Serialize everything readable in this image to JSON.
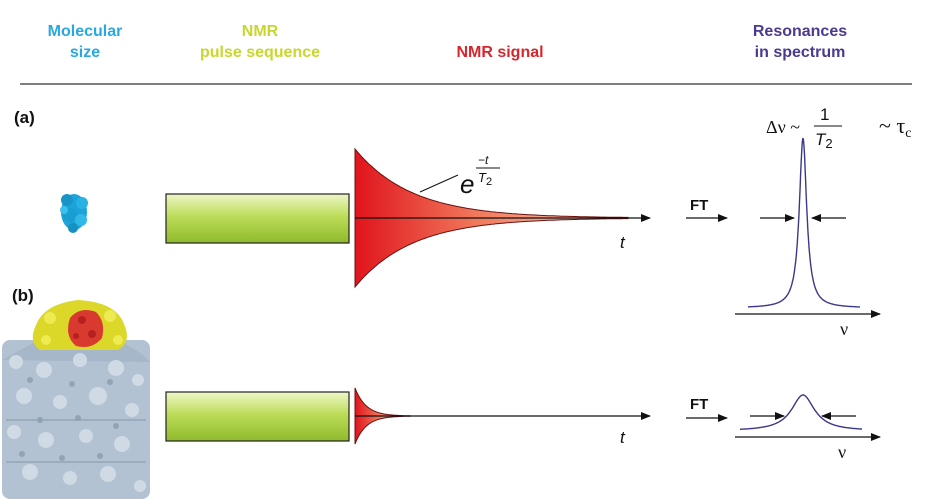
{
  "header": {
    "col1": "Molecular\nsize",
    "col2": "NMR\npulse sequence",
    "col3": "NMR signal",
    "col4": "Resonances\nin spectrum"
  },
  "colors": {
    "col1": "#29a8e0",
    "col2": "#c8d62e",
    "col3": "#d8262c",
    "col4": "#4b3a8f"
  },
  "panels": {
    "a_label": "(a)",
    "b_label": "(b)"
  },
  "annotations": {
    "exp_base": "e",
    "exp_num": "−t",
    "exp_den": "T",
    "exp_sub": "2",
    "delta_nu": "Δν ~",
    "frac_num": "1",
    "frac_den": "T",
    "frac_sub": "2",
    "tau": "~ τ",
    "tau_sub": "c",
    "ft_a": "FT",
    "ft_b": "FT",
    "t_a": "t",
    "t_b": "t",
    "nu_a": "ν",
    "nu_b": "ν"
  }
}
